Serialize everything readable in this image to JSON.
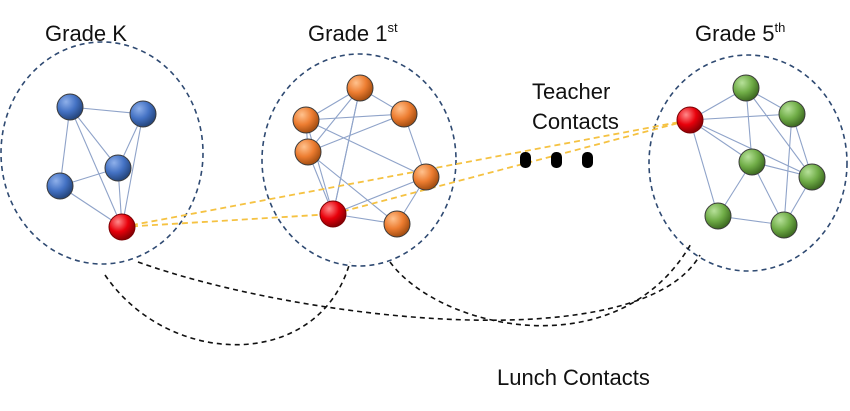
{
  "labels": {
    "grade_k": "Grade K",
    "grade_1_base": "Grade 1",
    "grade_1_sup": "st",
    "grade_5_base": "Grade 5",
    "grade_5_sup": "th",
    "teacher_line1": "Teacher",
    "teacher_line2": "Contacts",
    "lunch": "Lunch Contacts"
  },
  "colors": {
    "grade_k_node": "#4472c4",
    "grade_1_node": "#ed7d31",
    "grade_5_node": "#70ad47",
    "teacher_node": "#e8000b",
    "cluster_border": "#2f4a72",
    "edge": "#8fa3c9",
    "teacher_link": "#f5c242",
    "lunch_link": "#111111"
  },
  "clusters": [
    {
      "id": "grade-k",
      "nodes": [
        {
          "role": "student"
        },
        {
          "role": "student"
        },
        {
          "role": "student"
        },
        {
          "role": "student"
        },
        {
          "role": "teacher"
        }
      ],
      "edges": [
        [
          0,
          1
        ],
        [
          0,
          3
        ],
        [
          0,
          2
        ],
        [
          0,
          4
        ],
        [
          1,
          2
        ],
        [
          1,
          4
        ],
        [
          2,
          3
        ],
        [
          2,
          4
        ],
        [
          3,
          4
        ]
      ]
    },
    {
      "id": "grade-1",
      "nodes": [
        {
          "role": "student"
        },
        {
          "role": "student"
        },
        {
          "role": "student"
        },
        {
          "role": "student"
        },
        {
          "role": "student"
        },
        {
          "role": "teacher"
        },
        {
          "role": "student"
        }
      ],
      "edges": [
        [
          0,
          1
        ],
        [
          0,
          2
        ],
        [
          0,
          3
        ],
        [
          0,
          5
        ],
        [
          0,
          4
        ],
        [
          1,
          3
        ],
        [
          1,
          2
        ],
        [
          1,
          5
        ],
        [
          2,
          4
        ],
        [
          2,
          3
        ],
        [
          3,
          5
        ],
        [
          3,
          6
        ],
        [
          4,
          5
        ],
        [
          4,
          6
        ],
        [
          5,
          6
        ],
        [
          5,
          1
        ]
      ]
    },
    {
      "id": "grade-5",
      "nodes": [
        {
          "role": "teacher"
        },
        {
          "role": "student"
        },
        {
          "role": "student"
        },
        {
          "role": "student"
        },
        {
          "role": "student"
        },
        {
          "role": "student"
        },
        {
          "role": "student"
        }
      ],
      "edges": [
        [
          0,
          1
        ],
        [
          0,
          3
        ],
        [
          0,
          5
        ],
        [
          0,
          2
        ],
        [
          1,
          2
        ],
        [
          1,
          3
        ],
        [
          1,
          4
        ],
        [
          2,
          4
        ],
        [
          3,
          4
        ],
        [
          3,
          5
        ],
        [
          3,
          6
        ],
        [
          4,
          6
        ],
        [
          5,
          6
        ],
        [
          2,
          6
        ],
        [
          0,
          4
        ]
      ]
    }
  ],
  "ellipsis": "..."
}
